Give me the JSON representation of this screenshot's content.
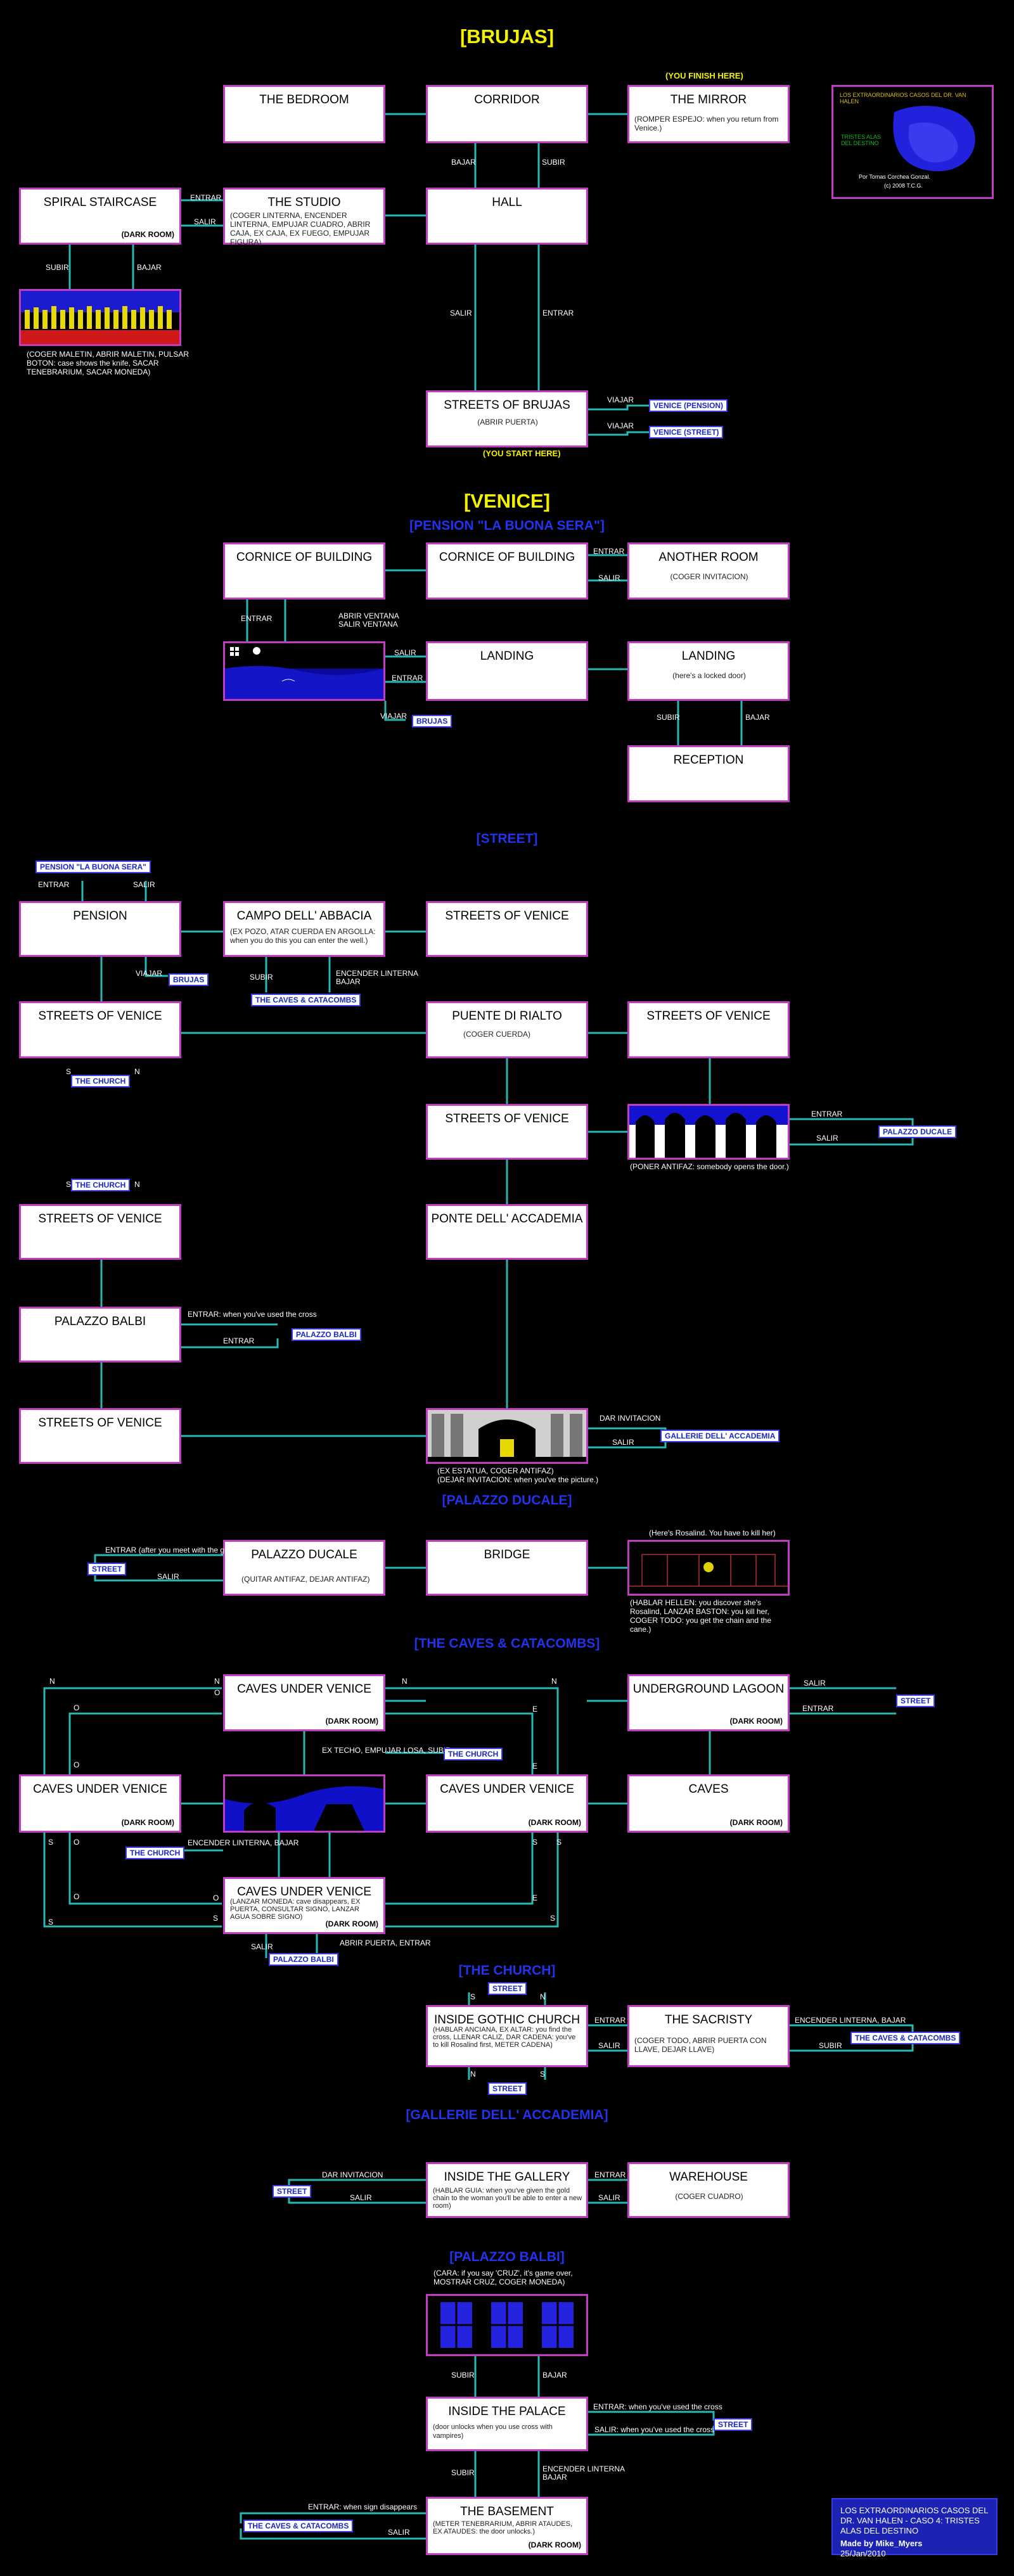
{
  "sections": {
    "brujas": "[BRUJAS]",
    "venice": "[VENICE]",
    "pension": "[PENSION \"LA BUONA SERA\"]",
    "street": "[STREET]",
    "palazzo_ducale": "[PALAZZO DUCALE]",
    "caves": "[THE CAVES & CATACOMBS]",
    "church": "[THE CHURCH]",
    "gallerie": "[GALLERIE DELL' ACCADEMIA]",
    "palazzo_balbi": "[PALAZZO BALBI]"
  },
  "markers": {
    "finish": "(YOU FINISH HERE)",
    "start": "(YOU START HERE)"
  },
  "rooms": {
    "bedroom": {
      "title": "THE BEDROOM"
    },
    "corridor": {
      "title": "CORRIDOR"
    },
    "mirror": {
      "title": "THE MIRROR",
      "desc": "(ROMPER ESPEJO: when you return from Venice.)"
    },
    "spiral": {
      "title": "SPIRAL STAIRCASE",
      "dark": "(DARK ROOM)"
    },
    "studio": {
      "title": "THE STUDIO",
      "desc": "(COGER LINTERNA, ENCENDER LINTERNA, EMPUJAR CUADRO, ABRIR CAJA, EX CAJA, EX FUEGO, EMPUJAR FIGURA)"
    },
    "hall": {
      "title": "HALL"
    },
    "brujas_streets": {
      "title": "STREETS OF BRUJAS",
      "desc": "(ABRIR PUERTA)"
    },
    "cornice1": {
      "title": "CORNICE OF BUILDING"
    },
    "cornice2": {
      "title": "CORNICE OF BUILDING"
    },
    "another": {
      "title": "ANOTHER ROOM",
      "desc": "(COGER INVITACION)"
    },
    "landing1": {
      "title": "LANDING"
    },
    "landing2": {
      "title": "LANDING",
      "desc": "(here's a locked door)"
    },
    "reception": {
      "title": "RECEPTION"
    },
    "pension_room": {
      "title": "PENSION"
    },
    "campo": {
      "title": "CAMPO DELL' ABBACIA",
      "desc": "(EX POZO, ATAR CUERDA EN ARGOLLA: when you do this you can enter the well.)"
    },
    "sov_a": {
      "title": "STREETS OF VENICE"
    },
    "sov_b": {
      "title": "STREETS OF VENICE"
    },
    "rialto": {
      "title": "PUENTE DI RIALTO",
      "desc": "(COGER CUERDA)"
    },
    "sov_c": {
      "title": "STREETS OF VENICE"
    },
    "sov_d": {
      "title": "STREETS OF VENICE"
    },
    "sov_e": {
      "title": "STREETS OF VENICE"
    },
    "accademia": {
      "title": "PONTE DELL' ACCADEMIA"
    },
    "balbi": {
      "title": "PALAZZO BALBI"
    },
    "sov_f": {
      "title": "STREETS OF VENICE"
    },
    "ducale": {
      "title": "PALAZZO DUCALE",
      "desc": "(QUITAR ANTIFAZ, DEJAR ANTIFAZ)"
    },
    "bridge": {
      "title": "BRIDGE"
    },
    "cuv1": {
      "title": "CAVES UNDER VENICE",
      "dark": "(DARK ROOM)"
    },
    "lagoon": {
      "title": "UNDERGROUND LAGOON",
      "dark": "(DARK ROOM)"
    },
    "cuv_left": {
      "title": "CAVES UNDER VENICE",
      "dark": "(DARK ROOM)"
    },
    "cuv_mid": {
      "title": "CAVES UNDER VENICE",
      "dark": "(DARK ROOM)"
    },
    "caves_room": {
      "title": "CAVES",
      "dark": "(DARK ROOM)"
    },
    "cuv_bot": {
      "title": "CAVES UNDER VENICE",
      "desc": "(LANZAR MONEDA: cave disappears, EX PUERTA, CONSULTAR SIGNO, LANZAR AGUA SOBRE SIGNO)",
      "dark": "(DARK ROOM)"
    },
    "gothic": {
      "title": "INSIDE GOTHIC CHURCH",
      "desc": "(HABLAR ANCIANA, EX ALTAR: you find the cross, LLENAR CALIZ, DAR CADENA: you've to kill Rosalind first, METER CADENA)"
    },
    "sacristy": {
      "title": "THE SACRISTY",
      "desc": "(COGER TODO, ABRIR PUERTA CON LLAVE, DEJAR LLAVE)"
    },
    "gallery": {
      "title": "INSIDE THE GALLERY",
      "desc": "(HABLAR GUIA: when you've given the gold chain to the woman you'll be able to enter a new room)"
    },
    "warehouse": {
      "title": "WAREHOUSE",
      "desc": "(COGER CUADRO)"
    },
    "palace": {
      "title": "INSIDE THE PALACE",
      "desc": "(door unlocks when you use cross with vampires)"
    },
    "basement": {
      "title": "THE BASEMENT",
      "desc": "(METER TENEBRARIUM, ABRIR ATAUDES, EX ATAUDES: the door unlocks.)",
      "dark": "(DARK ROOM)"
    }
  },
  "labels": {
    "bajar": "BAJAR",
    "subir": "SUBIR",
    "salir": "SALIR",
    "entrar": "ENTRAR",
    "viajar": "VIAJAR",
    "s": "S",
    "n": "N",
    "e": "E",
    "o": "O",
    "abrir_ventana": "ABRIR VENTANA\nSALIR VENTANA",
    "encender_bajar": "ENCENDER LINTERNA\nBAJAR",
    "encender_linterna_bajar": "ENCENDER LINTERNA, BAJAR",
    "encender_bajar_short": "ENCENDER LINTERNA, BAJAR",
    "abrir_puerta_entrar": "ABRIR PUERTA, ENTRAR",
    "ex_techo": "EX TECHO, EMPUJAR LOSA, SUBIR",
    "entrar_cross": "ENTRAR: when you've used the cross",
    "entrar_girl": "ENTRAR (after you meet with the girl)",
    "dar_invitacion": "DAR INVITACION",
    "entrar_cross2": "ENTRAR: when you've used the cross",
    "salir_cross": "SALIR: when you've used the cross",
    "entrar_sign": "ENTRAR: when sign disappears",
    "encender_bajar2": "ENCENDER LINTERNA\nBAJAR"
  },
  "notes": {
    "maletin": "(COGER MALETIN, ABRIR MALETIN, PULSAR BOTON: case shows the knife, SACAR TENEBRARIUM, SACAR MONEDA)",
    "antifaz": "(PONER ANTIFAZ: somebody opens the door.)",
    "estatua": "(EX ESTATUA, COGER ANTIFAZ)\n(DEJAR INVITACION: when you've the picture.)",
    "rosalind_head": "(Here's Rosalind. You have to kill her)",
    "rosalind_body": "(HABLAR HELLEN: you discover she's Rosalind, LANZAR BASTON: you kill her, COGER TODO: you get the chain and the cane.)",
    "cara": "(CARA: if you say 'CRUZ', it's game over, MOSTRAR CRUZ, COGER MONEDA)"
  },
  "tags": {
    "venice_pension": "VENICE (PENSION)",
    "venice_street": "VENICE (STREET)",
    "brujas": "BRUJAS",
    "pension": "PENSION \"LA BUONA SERA\"",
    "caves": "THE CAVES & CATACOMBS",
    "church": "THE CHURCH",
    "palazzo_ducale": "PALAZZO DUCALE",
    "palazzo_balbi": "PALAZZO BALBI",
    "gallerie": "GALLERIE DELL' ACCADEMIA",
    "street": "STREET"
  },
  "title_screen": {
    "line1": "LOS EXTRAORDINARIOS CASOS DEL DR. VAN HALEN",
    "line2": "TRISTES ALAS DEL DESTINO",
    "line3": "Por Tomas Corchea Gonzal.",
    "line4": "(c) 2008 T.C.G."
  },
  "credit": {
    "line1": "LOS EXTRAORDINARIOS CASOS DEL DR. VAN HALEN - CASO 4: TRISTES ALAS DEL DESTINO",
    "line2": "Made by Mike_Myers",
    "line3": "25/Jan/2010"
  },
  "colors": {
    "line": "#2ab8b4",
    "room_border": "#c03cc0",
    "section": "#f2f200",
    "subsection": "#2233ee",
    "tag_text": "#1a28c8"
  }
}
